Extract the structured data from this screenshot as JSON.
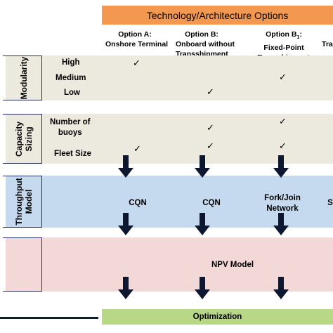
{
  "header": {
    "title": "Technology/Architecture Options"
  },
  "options": [
    {
      "line1": "Option A:",
      "line2": "Onshore Terminal"
    },
    {
      "line1": "Option B:",
      "line2": "Onboard without",
      "line3": "Transshipment"
    },
    {
      "line1": "Option B",
      "sub": "1",
      "line1_end": ":",
      "line2": "Fixed-Point",
      "line3": "Transshipment"
    },
    {
      "line1": "",
      "line2": "Tra"
    }
  ],
  "sections": {
    "modularity": {
      "label": "Modularity",
      "rows": [
        "High",
        "Medium",
        "Low"
      ]
    },
    "capacity": {
      "label_line1": "Capacity",
      "label_line2": "Sizing",
      "rows": [
        "Number of",
        "buoys",
        "Fleet Size"
      ]
    },
    "throughput": {
      "label_line1": "Throughput",
      "label_line2": "Model",
      "cells": [
        "CQN",
        "CQN",
        "Fork/Join",
        "Network",
        "S"
      ]
    },
    "npv": {
      "text": "NPV Model"
    }
  },
  "checkmark": "✓",
  "bottom": {
    "label": "Optimization"
  }
}
